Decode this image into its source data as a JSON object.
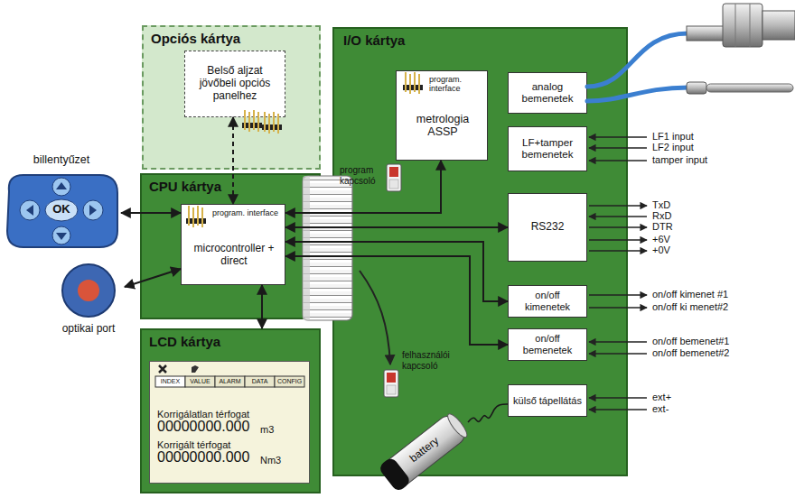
{
  "diagram": {
    "nodes": [
      {
        "text": [
          "Opciós kártya"
        ]
      },
      {
        "text": [
          "Belső aljzat jövőbeli opciós panelhez"
        ],
        "in": 0
      },
      {
        "text": [
          "I/O kártya"
        ]
      },
      {
        "text": [
          "program. interface",
          "metrologia ASSP"
        ],
        "in": 2
      },
      {
        "text": [
          "analog bemenetek"
        ],
        "in": 2
      },
      {
        "text": [
          "LF+tamper bemenetek"
        ],
        "in": 2
      },
      {
        "text": [
          "billentyűzet",
          "OK"
        ]
      },
      {
        "text": [
          "CPU kártya"
        ]
      },
      {
        "text": [
          "program. interface",
          "microcontroller + direct"
        ],
        "in": 7
      },
      {
        "text": [
          "RS232"
        ],
        "in": 2
      },
      {
        "text": [
          "optikai port"
        ]
      },
      {
        "text": [
          "on/off kimenetek"
        ],
        "in": 2
      },
      {
        "text": [
          "on/off bemenetek"
        ],
        "in": 2
      },
      {
        "text": [
          "LCD kártya"
        ]
      },
      {
        "text": [
          "INDEX",
          "VALUE",
          "ALARM",
          "DATA",
          "CONFIG",
          "Korrigálatlan térfogat",
          "00000000.000",
          "m3",
          "Korrigált térfogat",
          "00000000.000",
          "Nm3"
        ],
        "in": 13
      },
      {
        "text": [
          "külső tápellátás"
        ],
        "in": 2
      },
      {
        "text": [
          "battery"
        ]
      }
    ],
    "edges": [
      {
        "from": 6,
        "to": 8,
        "arrow": "both"
      },
      {
        "from": 10,
        "to": 8,
        "arrow": "both"
      },
      {
        "from": 1,
        "to": 8,
        "arrow": "both"
      },
      {
        "from": 8,
        "to": 13,
        "arrow": "both"
      },
      {
        "from": 8,
        "to": 3,
        "arrow": "both"
      },
      {
        "from": 8,
        "to": 9,
        "arrow": "both"
      },
      {
        "from": 8,
        "to": 11,
        "arrow": "both"
      },
      {
        "from": 8,
        "to": 12,
        "arrow": "both"
      },
      {
        "from": 16,
        "to": 15,
        "arrow": "none"
      }
    ],
    "labels": [
      "program kapcsoló",
      "felhasználói kapcsoló",
      "LF1 input",
      "LF2 input",
      "tamper input",
      "TxD",
      "RxD",
      "DTR",
      "+6V",
      "+0V",
      "on/off kimenet #1",
      "on/off ki menet#2",
      "on/off bemenet#1",
      "on/off bemenet#2",
      "ext+",
      "ext-"
    ]
  }
}
